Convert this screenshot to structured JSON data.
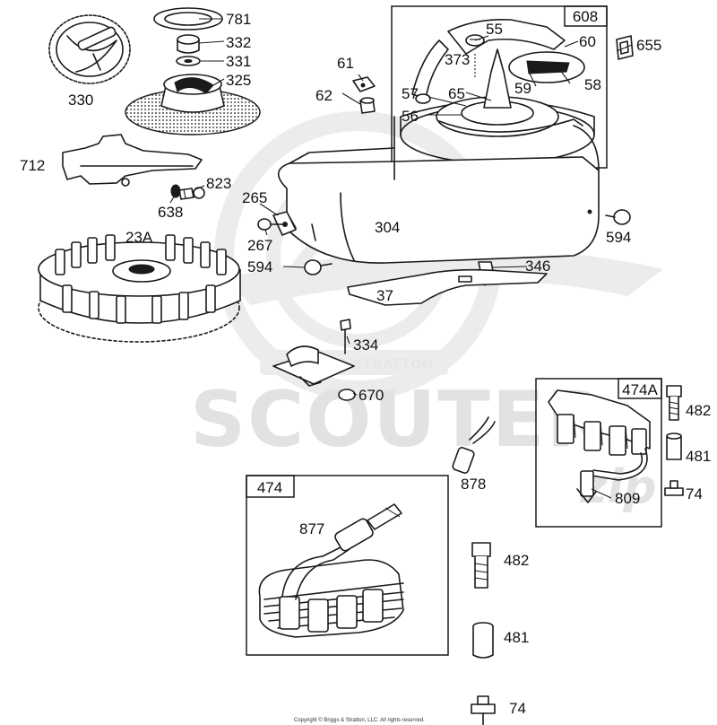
{
  "watermark": {
    "brand": "SCOUTER",
    "tag": "BRIGGS & STRATTON",
    "suffix": "zip"
  },
  "colors": {
    "ink": "#1a1a1a",
    "watermark": "#e2e2e2",
    "background": "#ffffff"
  },
  "footer": {
    "copyright": "Copyright © Briggs & Stratton, LLC. All rights reserved."
  },
  "boxes": {
    "b608": "608",
    "b474a": "474A",
    "b474": "474"
  },
  "labels": {
    "p781": "781",
    "p332": "332",
    "p331": "331",
    "p325": "325",
    "p330": "330",
    "p712": "712",
    "p823": "823",
    "p638": "638",
    "p23a": "23A",
    "p61": "61",
    "p62": "62",
    "p55": "55",
    "p373": "373",
    "p60": "60",
    "p655": "655",
    "p57": "57",
    "p65": "65",
    "p59": "59",
    "p58": "58",
    "p56": "56",
    "p265": "265",
    "p267": "267",
    "p304": "304",
    "p594a": "594",
    "p594b": "594",
    "p346": "346",
    "p37": "37",
    "p334": "334",
    "p670": "670",
    "p482a": "482",
    "p481a": "481",
    "p809": "809",
    "p74a": "74",
    "p878": "878",
    "p877": "877",
    "p482b": "482",
    "p481b": "481",
    "p74b": "74"
  }
}
